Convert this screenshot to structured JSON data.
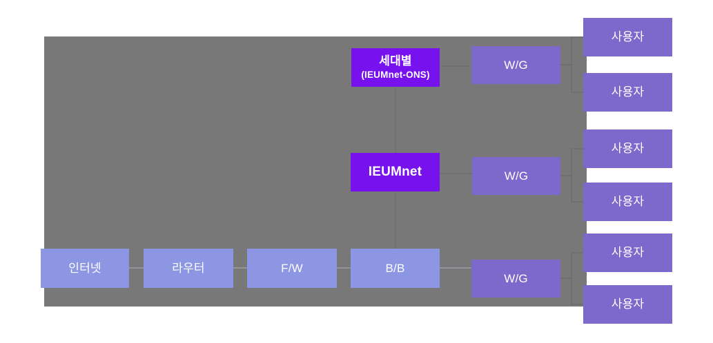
{
  "diagram": {
    "background_panel_color": "#787878",
    "canvas_color": "#FFFFFF",
    "palette": {
      "core_purple": "#7712EF",
      "gateway_purple": "#7D68CB",
      "user_purple": "#7D68CB",
      "chain_periwinkle": "#8C96E2",
      "label_text": "#FFFFFF"
    },
    "core_nodes": {
      "generation": {
        "label": "세대별",
        "sublabel": "(IEUMnet-ONS)"
      },
      "ieumnet": {
        "label": "IEUMnet"
      }
    },
    "gateway_nodes": [
      {
        "label": "W/G"
      },
      {
        "label": "W/G"
      },
      {
        "label": "W/G"
      }
    ],
    "chain_nodes": [
      {
        "label": "인터넷"
      },
      {
        "label": "라우터"
      },
      {
        "label": "F/W"
      },
      {
        "label": "B/B"
      }
    ],
    "user_nodes": [
      {
        "label": "사용자"
      },
      {
        "label": "사용자"
      },
      {
        "label": "사용자"
      },
      {
        "label": "사용자"
      },
      {
        "label": "사용자"
      },
      {
        "label": "사용자"
      }
    ]
  }
}
